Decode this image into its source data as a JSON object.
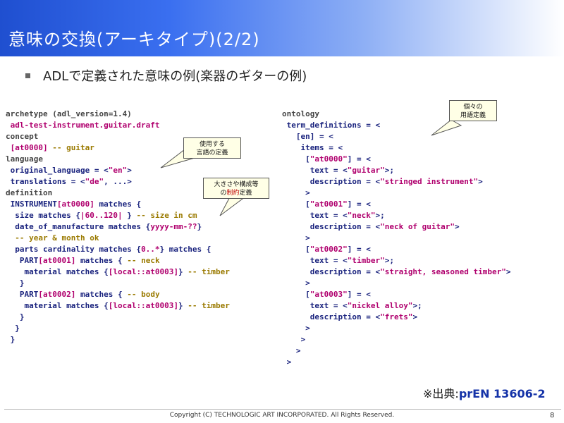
{
  "title": "意味の交換(アーキタイプ)(2/2)",
  "bullet": "ADLで定義された意味の例(楽器のギターの例)",
  "notes": {
    "language_l1": "使用する",
    "language_l2": "言語の定義",
    "constraint_l1": "大きさや構成等",
    "constraint_pre": "の",
    "constraint_red": "制約",
    "constraint_post": "定義",
    "terms_l1": "個々の",
    "terms_l2": "用語定義"
  },
  "archetype_code": [
    [
      [
        "archetype (adl_version=1.4)",
        "g"
      ]
    ],
    [
      [
        " adl-test-instrument.guitar.draft",
        "m"
      ]
    ],
    [
      [
        "concept",
        "g"
      ]
    ],
    [
      [
        " [at0000]",
        "m"
      ],
      [
        " -- guitar",
        "c"
      ]
    ],
    [
      [
        "language",
        "g"
      ]
    ],
    [
      [
        " original_language = <",
        "k"
      ],
      [
        "\"en\"",
        "s"
      ],
      [
        ">",
        "k"
      ]
    ],
    [
      [
        " translations = <",
        "k"
      ],
      [
        "\"de\"",
        "s"
      ],
      [
        ", ...>",
        "k"
      ]
    ],
    [
      [
        "definition",
        "g"
      ]
    ],
    [
      [
        " INSTRUMENT",
        "k"
      ],
      [
        "[at0000]",
        "m"
      ],
      [
        " matches {",
        "k"
      ]
    ],
    [
      [
        "  size matches {",
        "k"
      ],
      [
        "|60..120|",
        "m"
      ],
      [
        " } ",
        "k"
      ],
      [
        "-- size in cm",
        "c"
      ]
    ],
    [
      [
        "  date_of_manufacture matches {",
        "k"
      ],
      [
        "yyyy-mm-??",
        "m"
      ],
      [
        "}",
        "k"
      ]
    ],
    [
      [
        "  -- year & month ok",
        "c"
      ]
    ],
    [
      [
        "  parts cardinality matches {",
        "k"
      ],
      [
        "0..*",
        "m"
      ],
      [
        "} matches {",
        "k"
      ]
    ],
    [
      [
        "   PART",
        "k"
      ],
      [
        "[at0001]",
        "m"
      ],
      [
        " matches { ",
        "k"
      ],
      [
        "-- neck",
        "c"
      ]
    ],
    [
      [
        "    material matches {",
        "k"
      ],
      [
        "[local::at0003]",
        "m"
      ],
      [
        "} ",
        "k"
      ],
      [
        "-- timber",
        "c"
      ]
    ],
    [
      [
        "   }",
        "k"
      ]
    ],
    [
      [
        "   PART",
        "k"
      ],
      [
        "[at0002]",
        "m"
      ],
      [
        " matches { ",
        "k"
      ],
      [
        "-- body",
        "c"
      ]
    ],
    [
      [
        "    material matches {",
        "k"
      ],
      [
        "[local::at0003]",
        "m"
      ],
      [
        "} ",
        "k"
      ],
      [
        "-- timber",
        "c"
      ]
    ],
    [
      [
        "   }",
        "k"
      ]
    ],
    [
      [
        "  }",
        "k"
      ]
    ],
    [
      [
        " }",
        "k"
      ]
    ]
  ],
  "ontology_code": [
    [
      [
        "ontology",
        "g"
      ]
    ],
    [
      [
        " term_definitions = <",
        "k"
      ]
    ],
    [
      [
        "   [en] = <",
        "k"
      ]
    ],
    [
      [
        "    items = <",
        "k"
      ]
    ],
    [
      [
        "     [",
        "k"
      ],
      [
        "\"at0000\"",
        "m"
      ],
      [
        "] = <",
        "k"
      ]
    ],
    [
      [
        "      text = <",
        "k"
      ],
      [
        "\"guitar\"",
        "m"
      ],
      [
        ">;",
        "k"
      ]
    ],
    [
      [
        "      description = <",
        "k"
      ],
      [
        "\"stringed instrument\"",
        "m"
      ],
      [
        ">",
        "k"
      ]
    ],
    [
      [
        "     >",
        "k"
      ]
    ],
    [
      [
        "     [",
        "k"
      ],
      [
        "\"at0001\"",
        "m"
      ],
      [
        "] = <",
        "k"
      ]
    ],
    [
      [
        "      text = <",
        "k"
      ],
      [
        "\"neck\"",
        "m"
      ],
      [
        ">;",
        "k"
      ]
    ],
    [
      [
        "      description = <",
        "k"
      ],
      [
        "\"neck of guitar\"",
        "m"
      ],
      [
        ">",
        "k"
      ]
    ],
    [
      [
        "     >",
        "k"
      ]
    ],
    [
      [
        "     [",
        "k"
      ],
      [
        "\"at0002\"",
        "m"
      ],
      [
        "] = <",
        "k"
      ]
    ],
    [
      [
        "      text = <",
        "k"
      ],
      [
        "\"timber\"",
        "m"
      ],
      [
        ">;",
        "k"
      ]
    ],
    [
      [
        "      description = <",
        "k"
      ],
      [
        "\"straight, seasoned timber\"",
        "m"
      ],
      [
        ">",
        "k"
      ]
    ],
    [
      [
        "     >",
        "k"
      ]
    ],
    [
      [
        "     [",
        "k"
      ],
      [
        "\"at0003\"",
        "m"
      ],
      [
        "] = <",
        "k"
      ]
    ],
    [
      [
        "      text = <",
        "k"
      ],
      [
        "\"nickel alloy\"",
        "m"
      ],
      [
        ">;",
        "k"
      ]
    ],
    [
      [
        "      description = <",
        "k"
      ],
      [
        "\"frets\"",
        "m"
      ],
      [
        ">",
        "k"
      ]
    ],
    [
      [
        "     >",
        "k"
      ]
    ],
    [
      [
        "    >",
        "k"
      ]
    ],
    [
      [
        "   >",
        "k"
      ]
    ],
    [
      [
        " >",
        "k"
      ]
    ]
  ],
  "source_prefix": "※出典:",
  "source_ref": "prEN 13606-2",
  "footer": "Copyright (C) TECHNOLOGIC ART INCORPORATED. All Rights Reserved.",
  "page_number": "8"
}
